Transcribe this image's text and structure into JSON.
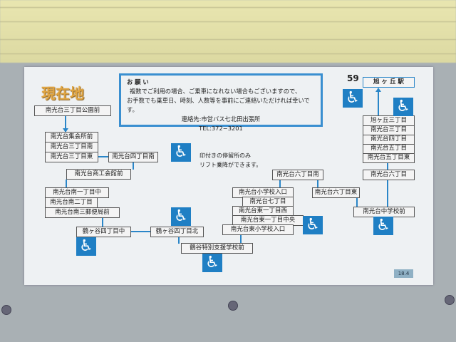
{
  "route_number": "59",
  "current_location_label": "現在地",
  "notice": {
    "heading": "お 願 い",
    "line1": "複数でご利用の場合、ご乗車になれない場合もございますので、",
    "line2": "お手数でも乗車日、時刻、人数等を事前にご連絡いただければ幸いです。",
    "contact": "連絡先:市営バス七北田出張所",
    "tel": "TEL:372−3201"
  },
  "lift_note": {
    "line1": "印付きの停留所のみ",
    "line2": "リフト乗降ができます。"
  },
  "stops": {
    "s1": "南光台三丁目公園前",
    "s2": "南光台集会所前",
    "s3": "南光台三丁目南",
    "s4": "南光台三丁目東",
    "s5": "南光台四丁目南",
    "s6": "南光台商工会館前",
    "s7": "南光台南一丁目中",
    "s8": "南光台南二丁目",
    "s9": "南光台南三郵便局前",
    "s10": "鶴ヶ谷四丁目中",
    "s11": "鶴ヶ谷四丁目北",
    "s12": "鶴谷特別支援学校前",
    "s13": "南光台東小学校入口",
    "s14": "南光台東一丁目中央",
    "s15": "南光台東一丁目西",
    "s16": "南光台七丁目",
    "s17": "南光台小学校入口",
    "s18": "南光台六丁目南",
    "s19": "南光台六丁目東",
    "s20": "南光台中学校前",
    "s21": "南光台六丁目",
    "s22": "南光台五丁目東",
    "s23": "南光台五丁目",
    "s24": "南光台四丁目",
    "s25": "南光台三丁目",
    "s26": "旭ヶ丘三丁目",
    "s27": "旭 ヶ 丘 駅"
  },
  "version": "18.4",
  "icons": {
    "wheelchair": "wheelchair-icon"
  },
  "colors": {
    "line": "#2a86c8",
    "title": "#e0a542"
  }
}
